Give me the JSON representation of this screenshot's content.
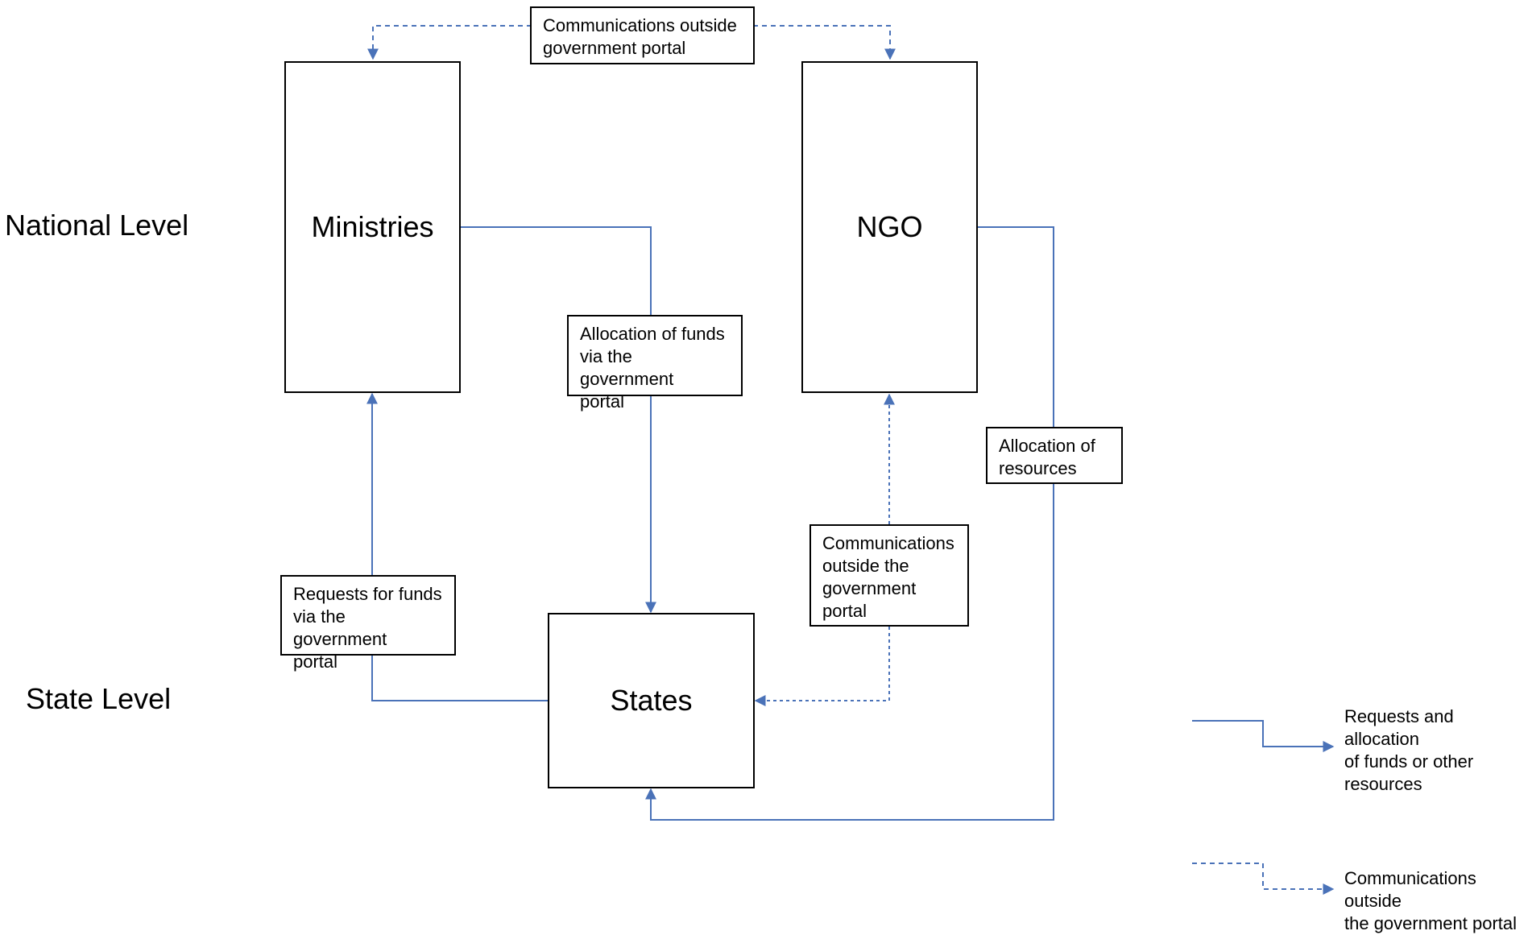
{
  "levels": {
    "national": "National Level",
    "state": "State Level"
  },
  "nodes": {
    "ministries": "Ministries",
    "ngo": "NGO",
    "states": "States"
  },
  "edge_labels": {
    "comm_top": "Communications outside\ngovernment portal",
    "allocation_funds": "Allocation of funds\nvia the government\nportal",
    "requests_funds": "Requests for funds\nvia the government\nportal",
    "comm_ngo_states": "Communications\noutside the\ngovernment\nportal",
    "allocation_resources": "Allocation of\nresources"
  },
  "legend": {
    "solid": "Requests and allocation\nof funds or other\nresources",
    "dashed": "Communications outside\nthe government portal"
  },
  "colors": {
    "line": "#4a72b8",
    "box_border": "#000000"
  }
}
